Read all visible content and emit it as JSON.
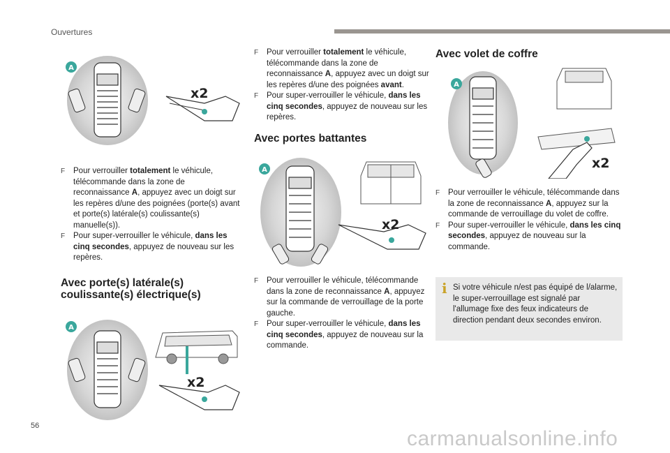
{
  "header": {
    "section": "Ouvertures"
  },
  "page_number": "56",
  "watermark": "carmanualsonline.info",
  "col1": {
    "items": [
      {
        "parts": [
          "Pour verrouiller ",
          "totalement",
          " le véhicule, télécommande dans la zone de reconnaissance ",
          "A",
          ", appuyez avec un doigt sur les repères d/une des poignées (porte(s) avant et porte(s) latérale(s) coulissante(s) manuelle(s))."
        ]
      },
      {
        "parts": [
          "Pour super-verrouiller le véhicule, ",
          "dans les cinq secondes",
          ", appuyez de nouveau sur les repères."
        ]
      }
    ],
    "heading": "Avec porte(s) latérale(s) coulissante(s) électrique(s)"
  },
  "col2": {
    "items_top": [
      {
        "parts": [
          "Pour verrouiller ",
          "totalement",
          " le véhicule, télécommande dans la zone de reconnaissance ",
          "A",
          ", appuyez avec un doigt sur les repères d/une des poignées ",
          "avant",
          "."
        ]
      },
      {
        "parts": [
          "Pour super-verrouiller le véhicule, ",
          "dans les cinq secondes",
          ", appuyez de nouveau sur les repères."
        ]
      }
    ],
    "heading": "Avec portes battantes",
    "items_bottom": [
      {
        "parts": [
          "Pour verrouiller le véhicule, télécommande dans la zone de reconnaissance ",
          "A",
          ", appuyez sur la commande de verrouillage de la porte gauche."
        ]
      },
      {
        "parts": [
          "Pour super-verrouiller le véhicule, ",
          "dans les cinq secondes",
          ", appuyez de nouveau sur la commande."
        ]
      }
    ]
  },
  "col3": {
    "heading": "Avec volet de coffre",
    "items": [
      {
        "parts": [
          "Pour verrouiller le véhicule, télécommande dans la zone de reconnaissance ",
          "A",
          ", appuyez sur la commande de verrouillage du volet de coffre."
        ]
      },
      {
        "parts": [
          "Pour super-verrouiller le véhicule, ",
          "dans les cinq secondes",
          ", appuyez de nouveau sur la commande."
        ]
      }
    ],
    "info": "Si votre véhicule n/est pas équipé de l/alarme, le super-verrouillage est signalé par l'allumage fixe des feux indicateurs de direction pendant deux secondes environ."
  },
  "illustrations": {
    "zone_label": "A",
    "press_label": "x2",
    "bullet_glyph": "F",
    "info_glyph": "i"
  }
}
